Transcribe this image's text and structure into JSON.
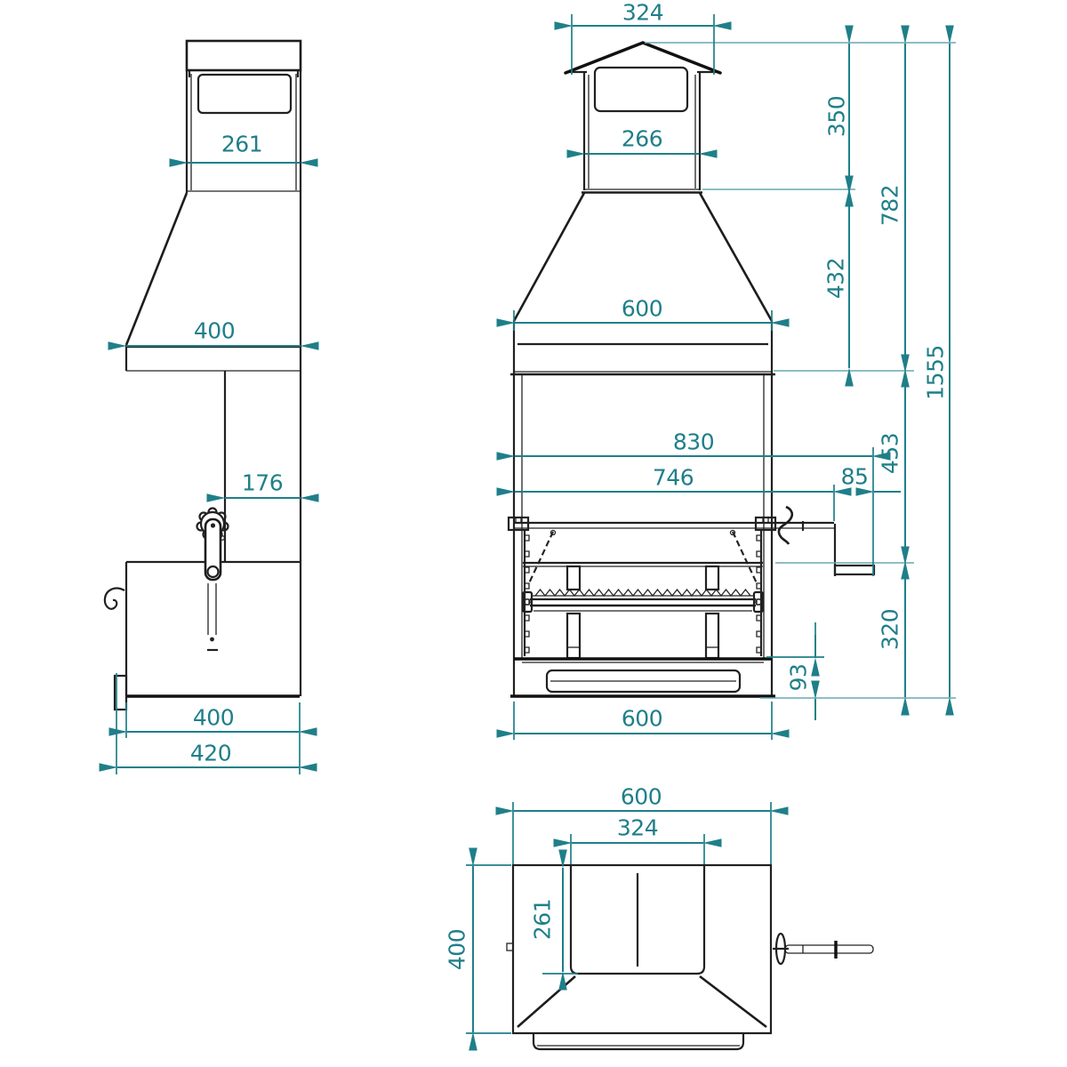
{
  "drawing": {
    "colors": {
      "dimension": "#1f7f89",
      "object": "#212121",
      "background": "#ffffff"
    },
    "dims": {
      "side": {
        "chimney_width": "261",
        "hood_depth": "400",
        "recess_depth": "176",
        "firebox_depth": "400",
        "total_depth": "420"
      },
      "front": {
        "cap_width": "324",
        "chimney_width": "266",
        "cap_height": "350",
        "hood_height": "432",
        "upper_total_height": "782",
        "hood_width": "600",
        "total_height": "1555",
        "spit_overall": "830",
        "front_to_bracket": "746",
        "bracket_to_handle": "85",
        "chamber_height": "453",
        "firebox_section_height": "320",
        "ash_drawer_height": "93",
        "base_width": "600"
      },
      "top": {
        "body_width": "600",
        "flue_width": "324",
        "flue_depth": "261",
        "body_depth": "400"
      }
    }
  }
}
